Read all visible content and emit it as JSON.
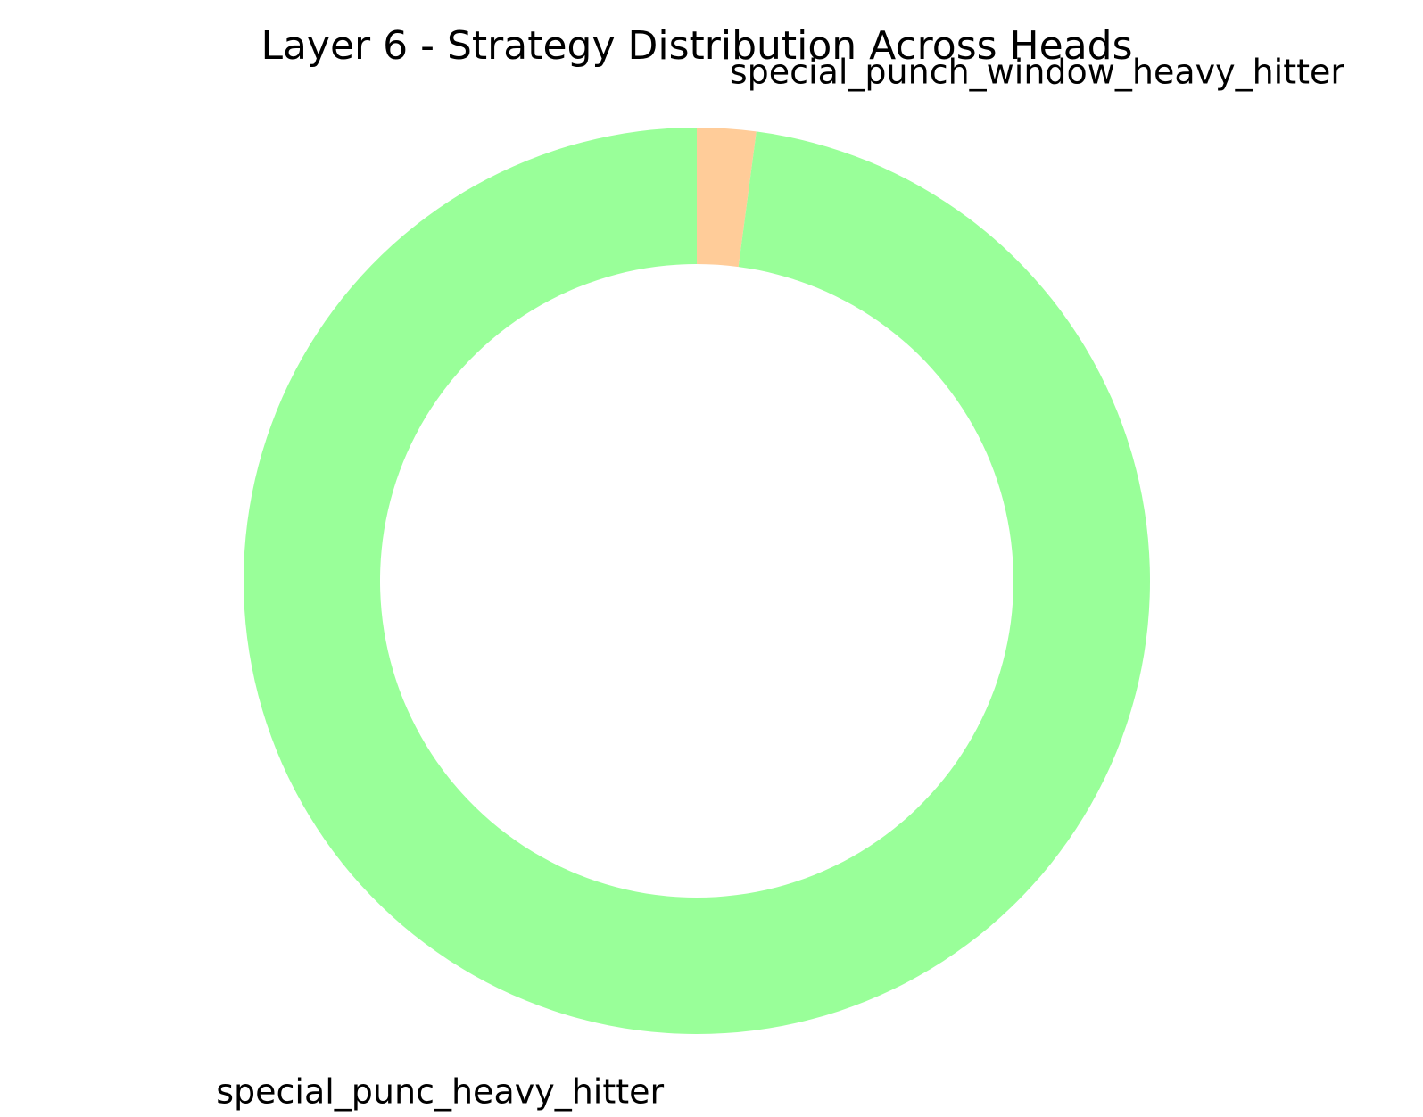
{
  "chart_data": {
    "type": "pie",
    "style": "donut",
    "title": "Layer 6 - Strategy Distribution Across Heads",
    "categories": [
      "special_punch_window_heavy_hitter",
      "special_punc_heavy_hitter"
    ],
    "values": [
      2.1,
      97.9
    ],
    "colors": [
      "#ffcc99",
      "#99ff99"
    ],
    "start_angle_deg": 90,
    "direction": "clockwise",
    "legend": "none"
  }
}
